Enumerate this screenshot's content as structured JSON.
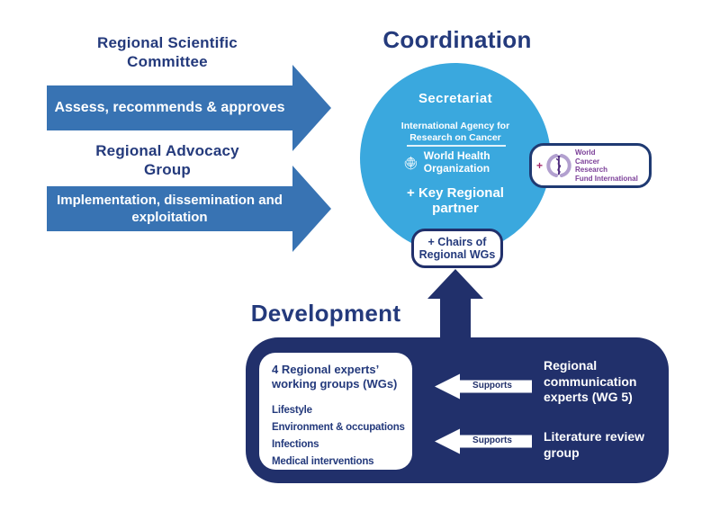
{
  "colors": {
    "navy": "#21306b",
    "heading_navy": "#243a7c",
    "arrow_blue": "#3873b3",
    "circle_blue": "#3aa8de",
    "wcrf_purple": "#7b3f98",
    "wcrf_plus_magenta": "#a52a6b",
    "wcrf_logo_light": "#b2a0cf",
    "wcrf_logo_dark": "#4f2d7f"
  },
  "left_panel": {
    "scientific_committee_title": "Regional Scientific Committee",
    "assess_arrow_label": "Assess, recommends & approves",
    "advocacy_group_title": "Regional Advocacy Group",
    "implementation_arrow_label": "Implementation, dissemination and exploitation"
  },
  "coordination": {
    "title": "Coordination",
    "secretariat_label": "Secretariat",
    "iarc_label": "International Agency for Research on Cancer",
    "who_label": "World Health Organization",
    "key_partner_label": "+ Key Regional partner",
    "chairs_label": "+ Chairs of Regional WGs",
    "wcrf_badge": {
      "plus": "+",
      "lines": [
        "World",
        "Cancer",
        "Research",
        "Fund International"
      ]
    }
  },
  "development": {
    "title": "Development",
    "wg_box": {
      "heading": "4 Regional experts’ working groups (WGs)",
      "items": [
        "Lifestyle",
        "Environment & occupations",
        "Infections",
        "Medical interventions"
      ]
    },
    "supports_labels": [
      "Supports",
      "Supports"
    ],
    "side_labels": [
      "Regional communication experts (WG 5)",
      "Literature review group"
    ]
  }
}
